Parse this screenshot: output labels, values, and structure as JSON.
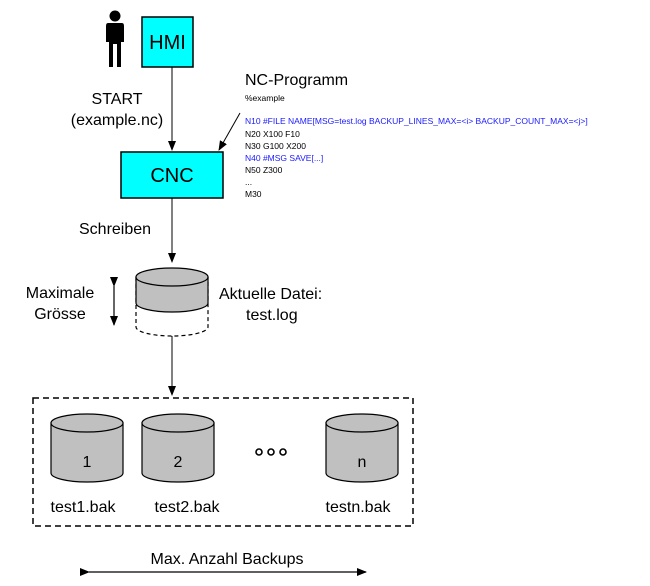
{
  "hmi": {
    "label": "HMI"
  },
  "cnc": {
    "label": "CNC"
  },
  "start": {
    "line1": "START",
    "line2": "(example.nc)"
  },
  "program": {
    "title": "NC-Programm",
    "lines": [
      {
        "text": "%example",
        "color": "#000000"
      },
      {
        "text": "N10 #FILE NAME[MSG=test.log BACKUP_LINES_MAX=<i> BACKUP_COUNT_MAX=<j>]",
        "color": "#1a1aff"
      },
      {
        "text": "N20 X100 F10",
        "color": "#000000"
      },
      {
        "text": "N30 G100 X200",
        "color": "#000000"
      },
      {
        "text": "N40 #MSG SAVE[...]",
        "color": "#1a1aff"
      },
      {
        "text": "N50 Z300",
        "color": "#000000"
      },
      {
        "text": "...",
        "color": "#000000"
      },
      {
        "text": "M30",
        "color": "#000000"
      }
    ]
  },
  "write": {
    "label": "Schreiben"
  },
  "size": {
    "line1": "Maximale",
    "line2": "Grösse"
  },
  "current_file": {
    "line1": "Aktuelle Datei:",
    "line2": "test.log"
  },
  "backups": [
    {
      "number": "1",
      "file": "test1.bak"
    },
    {
      "number": "2",
      "file": "test2.bak"
    },
    {
      "number": "n",
      "file": "testn.bak"
    }
  ],
  "max_backups": {
    "label": "Max. Anzahl Backups"
  },
  "colors": {
    "box_fill": "#00ffff",
    "cylinder_fill": "#c0c0c0",
    "code_blue": "#1a1aff"
  }
}
